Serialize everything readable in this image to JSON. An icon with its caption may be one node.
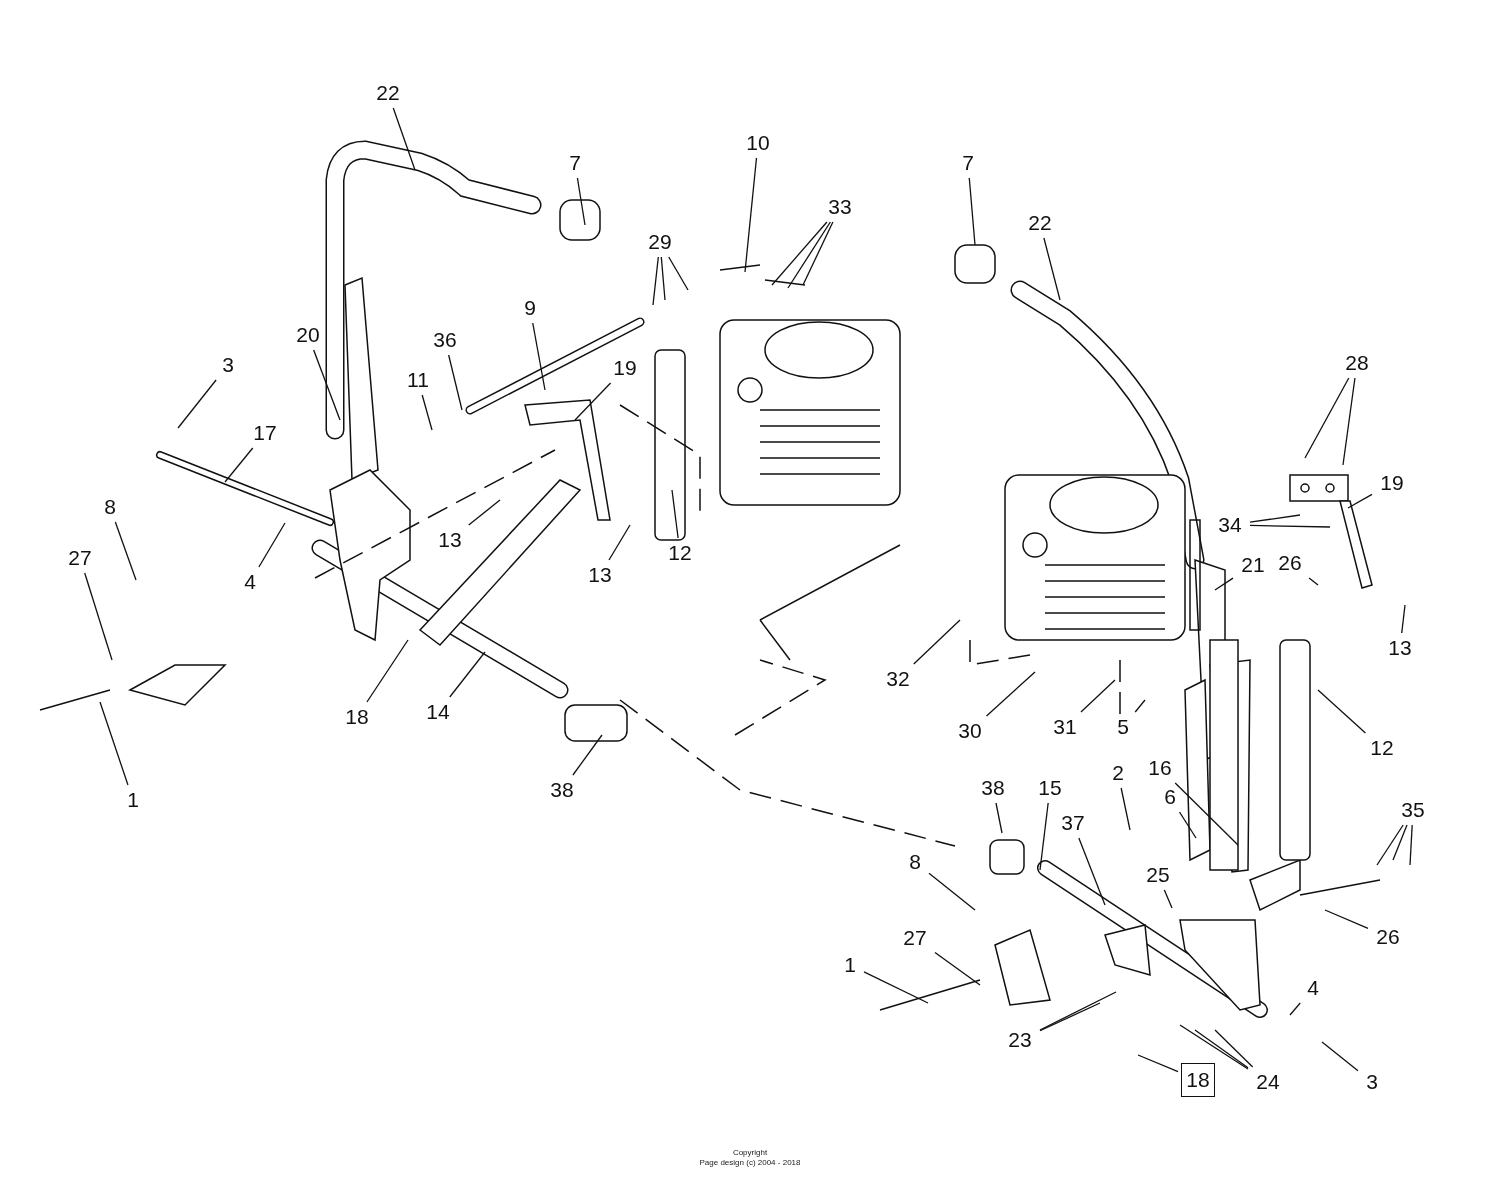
{
  "diagram": {
    "nodes": [
      {
        "text": [
          "22"
        ]
      },
      {
        "text": [
          "10"
        ]
      },
      {
        "text": [
          "7"
        ]
      },
      {
        "text": [
          "7"
        ]
      },
      {
        "text": [
          "33"
        ]
      },
      {
        "text": [
          "22"
        ]
      },
      {
        "text": [
          "29"
        ]
      },
      {
        "text": [
          "9"
        ]
      },
      {
        "text": [
          "20"
        ]
      },
      {
        "text": [
          "36"
        ]
      },
      {
        "text": [
          "28"
        ]
      },
      {
        "text": [
          "3"
        ]
      },
      {
        "text": [
          "19"
        ]
      },
      {
        "text": [
          "11"
        ]
      },
      {
        "text": [
          "17"
        ]
      },
      {
        "text": [
          "19"
        ]
      },
      {
        "text": [
          "8"
        ]
      },
      {
        "text": [
          "34"
        ]
      },
      {
        "text": [
          "13"
        ]
      },
      {
        "text": [
          "12"
        ]
      },
      {
        "text": [
          "27"
        ]
      },
      {
        "text": [
          "21"
        ]
      },
      {
        "text": [
          "26"
        ]
      },
      {
        "text": [
          "13"
        ]
      },
      {
        "text": [
          "4"
        ]
      },
      {
        "text": [
          "13"
        ]
      },
      {
        "text": [
          "32"
        ]
      },
      {
        "text": [
          "14"
        ]
      },
      {
        "text": [
          "18"
        ]
      },
      {
        "text": [
          "31"
        ]
      },
      {
        "text": [
          "5"
        ]
      },
      {
        "text": [
          "30"
        ]
      },
      {
        "text": [
          "12"
        ]
      },
      {
        "text": [
          "16"
        ]
      },
      {
        "text": [
          "2"
        ]
      },
      {
        "text": [
          "38"
        ]
      },
      {
        "text": [
          "38"
        ]
      },
      {
        "text": [
          "15"
        ]
      },
      {
        "text": [
          "6"
        ]
      },
      {
        "text": [
          "1"
        ]
      },
      {
        "text": [
          "35"
        ]
      },
      {
        "text": [
          "37"
        ]
      },
      {
        "text": [
          "8"
        ]
      },
      {
        "text": [
          "25"
        ]
      },
      {
        "text": [
          "26"
        ]
      },
      {
        "text": [
          "27"
        ]
      },
      {
        "text": [
          "1"
        ]
      },
      {
        "text": [
          "4"
        ]
      },
      {
        "text": [
          "23"
        ]
      },
      {
        "text": [
          "24"
        ]
      },
      {
        "text": [
          "3"
        ]
      },
      {
        "text": [
          "18"
        ]
      }
    ],
    "edges": [
      {
        "from": 0,
        "to": null,
        "arrow": "none"
      },
      {
        "from": 1,
        "to": null,
        "arrow": "none"
      },
      {
        "from": 2,
        "to": null,
        "arrow": "none"
      },
      {
        "from": 3,
        "to": null,
        "arrow": "none"
      },
      {
        "from": 4,
        "to": null,
        "arrow": "none"
      },
      {
        "from": 4,
        "to": null,
        "arrow": "none"
      },
      {
        "from": 4,
        "to": null,
        "arrow": "none"
      },
      {
        "from": 5,
        "to": null,
        "arrow": "none"
      },
      {
        "from": 6,
        "to": null,
        "arrow": "none"
      },
      {
        "from": 6,
        "to": null,
        "arrow": "none"
      },
      {
        "from": 6,
        "to": null,
        "arrow": "none"
      },
      {
        "from": 7,
        "to": null,
        "arrow": "none"
      },
      {
        "from": 8,
        "to": null,
        "arrow": "none"
      },
      {
        "from": 9,
        "to": null,
        "arrow": "none"
      },
      {
        "from": 10,
        "to": null,
        "arrow": "none"
      },
      {
        "from": 10,
        "to": null,
        "arrow": "none"
      },
      {
        "from": 11,
        "to": null,
        "arrow": "none"
      },
      {
        "from": 12,
        "to": null,
        "arrow": "none"
      },
      {
        "from": 13,
        "to": null,
        "arrow": "none"
      },
      {
        "from": 14,
        "to": null,
        "arrow": "none"
      },
      {
        "from": 15,
        "to": null,
        "arrow": "none"
      },
      {
        "from": 16,
        "to": null,
        "arrow": "none"
      },
      {
        "from": 17,
        "to": null,
        "arrow": "none"
      },
      {
        "from": 17,
        "to": null,
        "arrow": "none"
      },
      {
        "from": 18,
        "to": null,
        "arrow": "none"
      },
      {
        "from": 19,
        "to": null,
        "arrow": "none"
      },
      {
        "from": 20,
        "to": null,
        "arrow": "none"
      },
      {
        "from": 21,
        "to": null,
        "arrow": "none"
      },
      {
        "from": 22,
        "to": null,
        "arrow": "none"
      },
      {
        "from": 23,
        "to": null,
        "arrow": "none"
      },
      {
        "from": 24,
        "to": null,
        "arrow": "none"
      },
      {
        "from": 25,
        "to": null,
        "arrow": "none"
      },
      {
        "from": 26,
        "to": null,
        "arrow": "none"
      },
      {
        "from": 27,
        "to": null,
        "arrow": "none"
      },
      {
        "from": 28,
        "to": null,
        "arrow": "none"
      },
      {
        "from": 29,
        "to": null,
        "arrow": "none"
      },
      {
        "from": 30,
        "to": null,
        "arrow": "none"
      },
      {
        "from": 31,
        "to": null,
        "arrow": "none"
      },
      {
        "from": 32,
        "to": null,
        "arrow": "none"
      },
      {
        "from": 33,
        "to": null,
        "arrow": "none"
      },
      {
        "from": 34,
        "to": null,
        "arrow": "none"
      },
      {
        "from": 35,
        "to": null,
        "arrow": "none"
      },
      {
        "from": 36,
        "to": null,
        "arrow": "none"
      },
      {
        "from": 37,
        "to": null,
        "arrow": "none"
      },
      {
        "from": 38,
        "to": null,
        "arrow": "none"
      },
      {
        "from": 39,
        "to": null,
        "arrow": "none"
      },
      {
        "from": 40,
        "to": null,
        "arrow": "none"
      },
      {
        "from": 40,
        "to": null,
        "arrow": "none"
      },
      {
        "from": 40,
        "to": null,
        "arrow": "none"
      },
      {
        "from": 41,
        "to": null,
        "arrow": "none"
      },
      {
        "from": 42,
        "to": null,
        "arrow": "none"
      },
      {
        "from": 43,
        "to": null,
        "arrow": "none"
      },
      {
        "from": 44,
        "to": null,
        "arrow": "none"
      },
      {
        "from": 45,
        "to": null,
        "arrow": "none"
      },
      {
        "from": 46,
        "to": null,
        "arrow": "none"
      },
      {
        "from": 47,
        "to": null,
        "arrow": "none"
      },
      {
        "from": 48,
        "to": null,
        "arrow": "none"
      },
      {
        "from": 48,
        "to": null,
        "arrow": "none"
      },
      {
        "from": 49,
        "to": null,
        "arrow": "none"
      },
      {
        "from": 49,
        "to": null,
        "arrow": "none"
      },
      {
        "from": 49,
        "to": null,
        "arrow": "none"
      },
      {
        "from": 50,
        "to": null,
        "arrow": "none"
      },
      {
        "from": 51,
        "to": null,
        "arrow": "none"
      }
    ],
    "labels": [
      "Copyright",
      "Page design (c) 2004 - 2018"
    ]
  }
}
